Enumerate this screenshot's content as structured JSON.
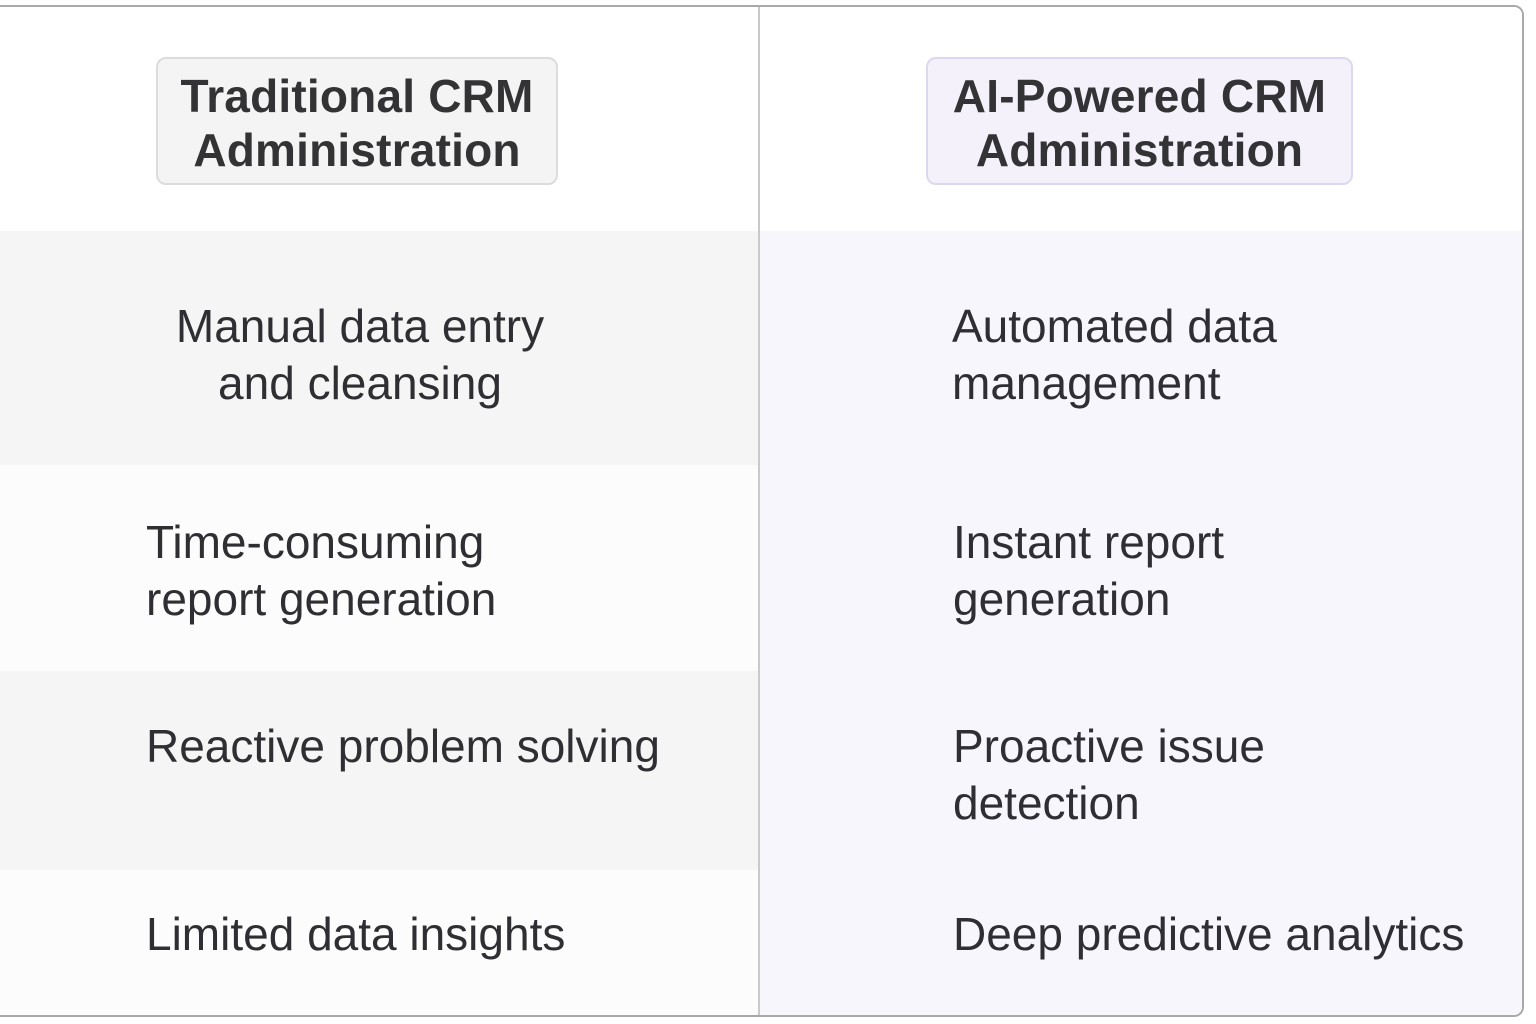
{
  "table": {
    "columns": [
      {
        "key": "traditional",
        "header": "Traditional CRM\nAdministration",
        "badge_color": "#f4f4f4"
      },
      {
        "key": "ai",
        "header": "AI-Powered CRM\nAdministration",
        "badge_color": "#f4f1fb"
      }
    ],
    "rows": [
      {
        "traditional": "Manual data entry\nand cleansing",
        "ai": "Automated data\nmanagement"
      },
      {
        "traditional": "Time-consuming\nreport generation",
        "ai": "Instant report\ngeneration"
      },
      {
        "traditional": "Reactive problem solving",
        "ai": "Proactive issue\ndetection"
      },
      {
        "traditional": "Limited data insights",
        "ai": "Deep predictive analytics"
      }
    ]
  },
  "colors": {
    "text": "#2f2f33",
    "border": "#a9a9a9",
    "divider": "#c9c9cc",
    "left_row_shaded": "#f5f5f5",
    "left_row_light": "#fcfcfc",
    "right_column_bg": "#f8f6fd"
  }
}
